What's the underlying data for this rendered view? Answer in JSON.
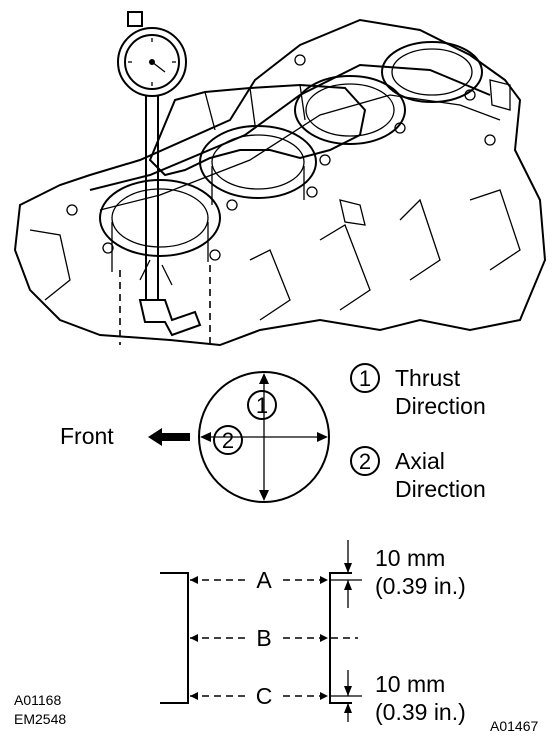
{
  "legend": {
    "item1_num": "1",
    "item1_line1": "Thrust",
    "item1_line2": "Direction",
    "item2_num": "2",
    "item2_line1": "Axial",
    "item2_line2": "Direction"
  },
  "bore_diagram": {
    "front_label": "Front",
    "marker1": "1",
    "marker2": "2"
  },
  "positions": {
    "a": "A",
    "b": "B",
    "c": "C",
    "top_dim_value": "10 mm",
    "top_dim_inch": "(0.39 in.)",
    "bottom_dim_value": "10 mm",
    "bottom_dim_inch": "(0.39 in.)"
  },
  "codes": {
    "code1": "A01168",
    "code2": "EM2548",
    "code3": "A01467"
  },
  "icons": {
    "gauge": "dial-bore-gauge-illustration",
    "arrow": "front-direction-arrow-icon"
  }
}
